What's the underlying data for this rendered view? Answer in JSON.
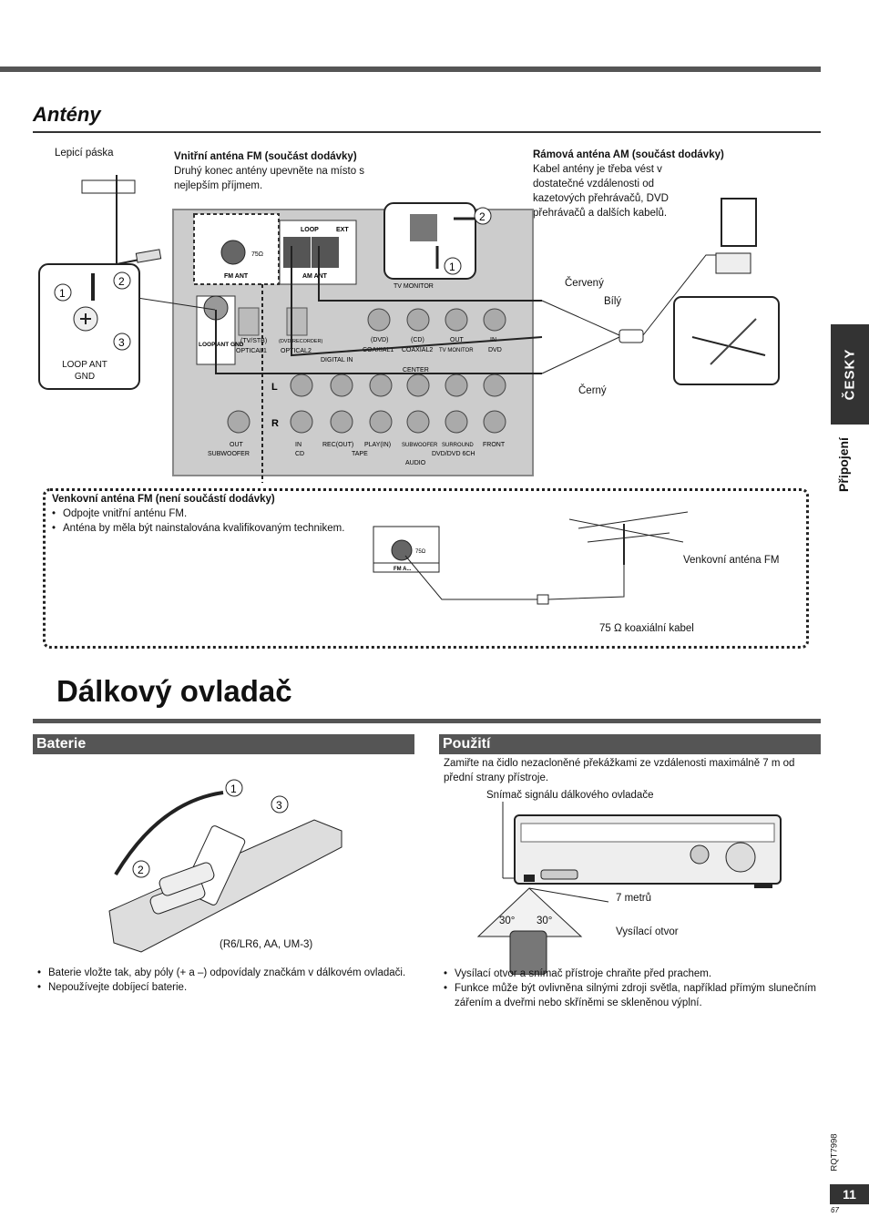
{
  "antenna": {
    "title": "Antény",
    "tape_label": "Lepicí páska",
    "fm_indoor_title": "Vnitřní anténa FM (součást dodávky)",
    "fm_indoor_text": "Druhý konec antény upevněte na místo s nejlepším příjmem.",
    "am_title": "Rámová anténa AM (součást dodávky)",
    "am_text": "Kabel antény je třeba vést v dostatečné vzdálenosti od kazetových přehrávačů, DVD přehrávačů a dalších kabelů.",
    "wire_red": "Červený",
    "wire_white": "Bílý",
    "wire_black": "Černý",
    "loop_ant_gnd": "LOOP ANT GND",
    "step1": "1",
    "step2": "2",
    "step3": "3",
    "outdoor_title": "Venkovní anténa FM (není součástí dodávky)",
    "outdoor_items": [
      "Odpojte vnitřní anténu FM.",
      "Anténa by měla být nainstalována kvalifikovaným technikem."
    ],
    "outdoor_label": "Venkovní anténa FM",
    "coax_label": "75 Ω koaxiální kabel"
  },
  "panel": {
    "loop": "LOOP",
    "ext": "EXT",
    "ohm": "75Ω",
    "fm_ant": "FM ANT",
    "am_ant": "AM ANT",
    "tv_monitor": "TV MONITOR",
    "optical1": "OPTICAL1",
    "optical2": "OPTICAL2",
    "coaxial1": "COAXIAL1",
    "coaxial2": "COAXIAL2",
    "tv_monitor_small": "TV MONITOR",
    "dvd": "DVD",
    "digital_in": "DIGITAL IN",
    "center": "CENTER",
    "out": "OUT",
    "in": "IN",
    "rec_out": "REC(OUT)",
    "play_in": "PLAY(IN)",
    "subwoofer": "SUBWOOFER",
    "surround": "SURROUND",
    "front": "FRONT",
    "subwoofer_group": "SUBWOOFER",
    "cd": "CD",
    "tape": "TAPE",
    "dvd_6ch": "DVD/DVD 6CH",
    "audio": "AUDIO",
    "L": "L",
    "R": "R",
    "tvstb": "(TV/STB)",
    "dvd_recorder": "(DVD RECORDER)",
    "dvd_paren": "(DVD)",
    "cd_paren": "(CD)",
    "loop_ant_gnd_small": "LOOP ANT GND",
    "fm_a_small": "FM A..."
  },
  "side": {
    "tab": "ČESKY",
    "label": "Připojení"
  },
  "remote": {
    "title": "Dálkový ovladač",
    "batteries_header": "Baterie",
    "battery_type": "(R6/LR6, AA, UM-3)",
    "battery_items": [
      "Baterie vložte tak, aby póly (+ a –) odpovídaly značkám v dálkovém ovladači.",
      "Nepoužívejte dobíjecí baterie."
    ],
    "use_header": "Použití",
    "use_text": "Zamiřte na čidlo nezacloněné překážkami ze vzdálenosti maximálně 7 m od přední strany přístroje.",
    "sensor_label": "Snímač signálu dálkového ovladače",
    "distance_label": "7 metrů",
    "angle_left": "30°",
    "angle_right": "30°",
    "transmitter_label": "Vysílací otvor",
    "use_items": [
      "Vysílací otvor a snímač přístroje chraňte před prachem.",
      "Funkce může být ovlivněna silnými zdroji světla, například přímým slunečním zářením a dveřmi nebo skříněmi se skleněnou výplní."
    ]
  },
  "footer": {
    "doc_code": "RQT7998",
    "page": "11",
    "sub": "67"
  }
}
